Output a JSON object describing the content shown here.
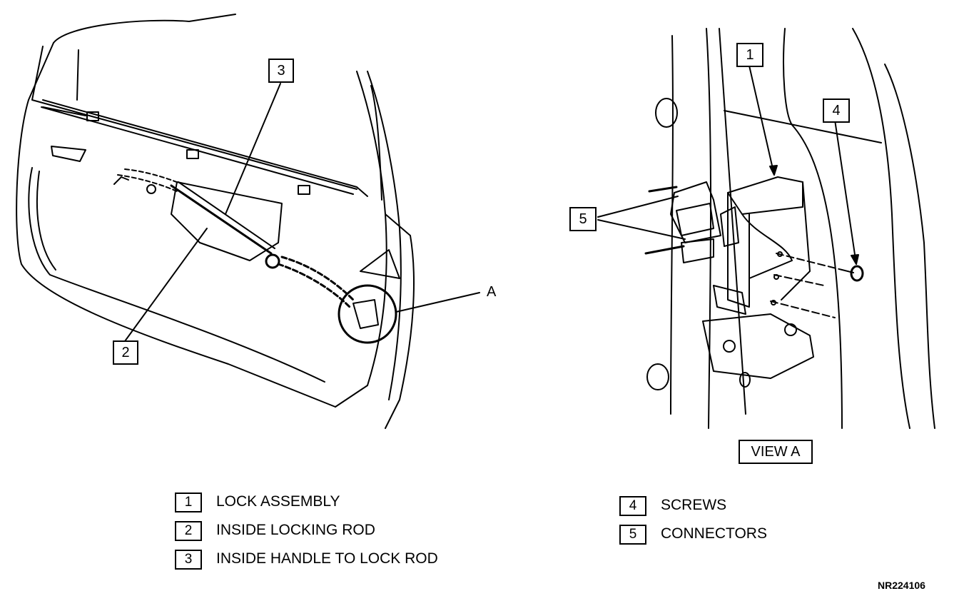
{
  "callouts": {
    "door_lock_rod": "3",
    "door_locking_rod": "2",
    "view_lock_assembly": "1",
    "view_screws": "4",
    "view_connectors": "5"
  },
  "detail_reference": "A",
  "view_title": "VIEW A",
  "legend_left": [
    {
      "num": "1",
      "text": "LOCK ASSEMBLY"
    },
    {
      "num": "2",
      "text": "INSIDE LOCKING ROD"
    },
    {
      "num": "3",
      "text": "INSIDE HANDLE TO LOCK ROD"
    }
  ],
  "legend_right": [
    {
      "num": "4",
      "text": "SCREWS"
    },
    {
      "num": "5",
      "text": "CONNECTORS"
    }
  ],
  "figure_code": "NR224106"
}
